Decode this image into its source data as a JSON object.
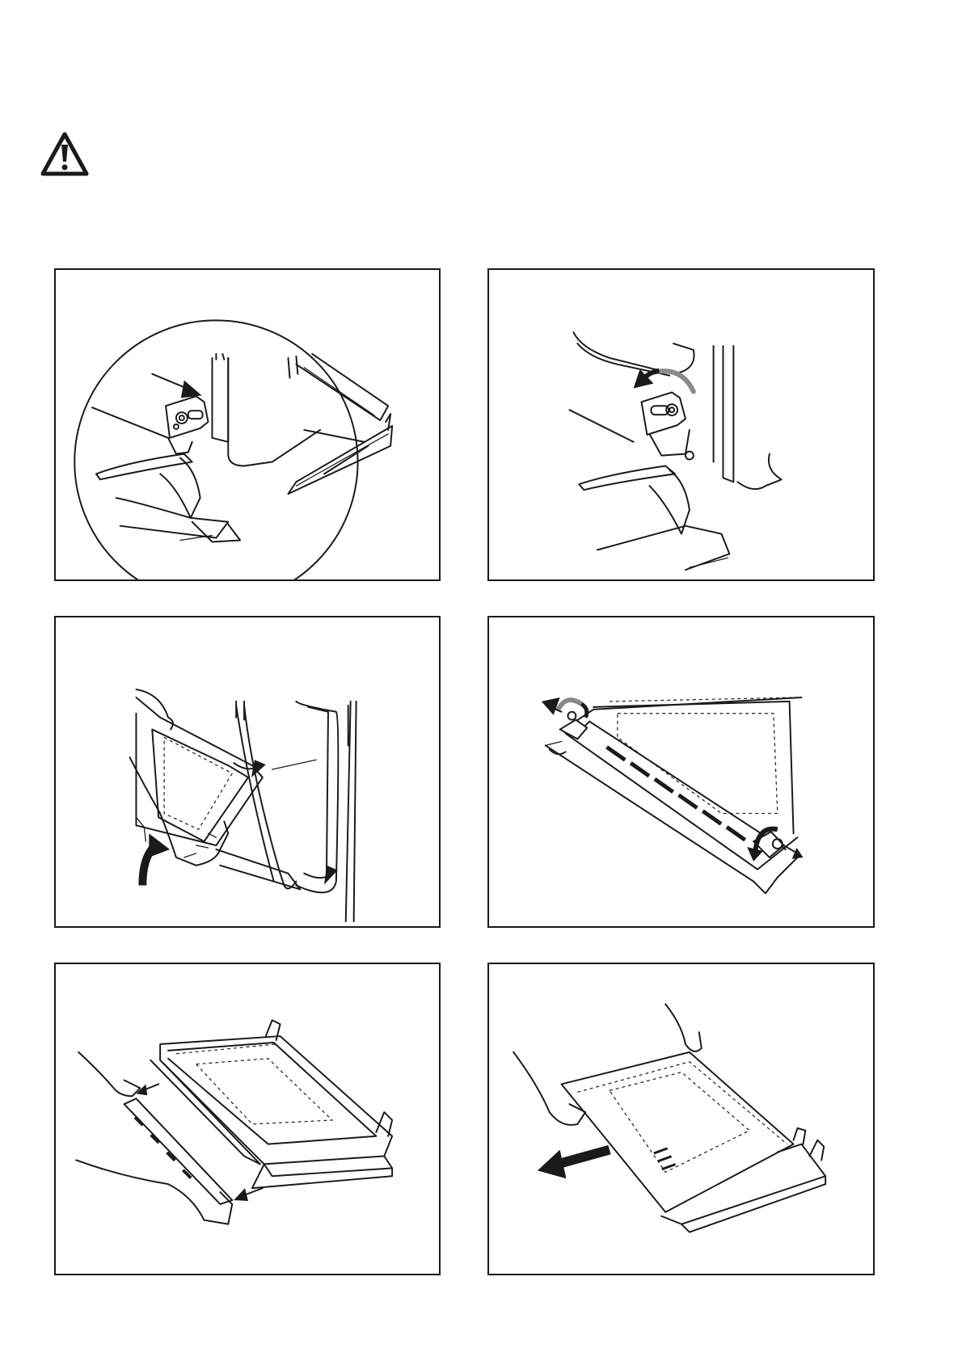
{
  "page": {
    "warning_icon": "warning-triangle-icon",
    "figures": [
      {
        "id": "figure-1",
        "depicts": "hinge-lever-lock-icon"
      },
      {
        "id": "figure-2",
        "depicts": "hinge-lever-rotate-icon"
      },
      {
        "id": "figure-3",
        "depicts": "door-lift-off-icon"
      },
      {
        "id": "figure-4",
        "depicts": "door-screws-unscrew-icon"
      },
      {
        "id": "figure-5",
        "depicts": "door-trim-removal-icon"
      },
      {
        "id": "figure-6",
        "depicts": "door-glass-panel-removal-icon"
      }
    ]
  },
  "colors": {
    "line": "#1a1a1a",
    "arrow_grey": "#8a8a8a",
    "background": "#ffffff"
  }
}
